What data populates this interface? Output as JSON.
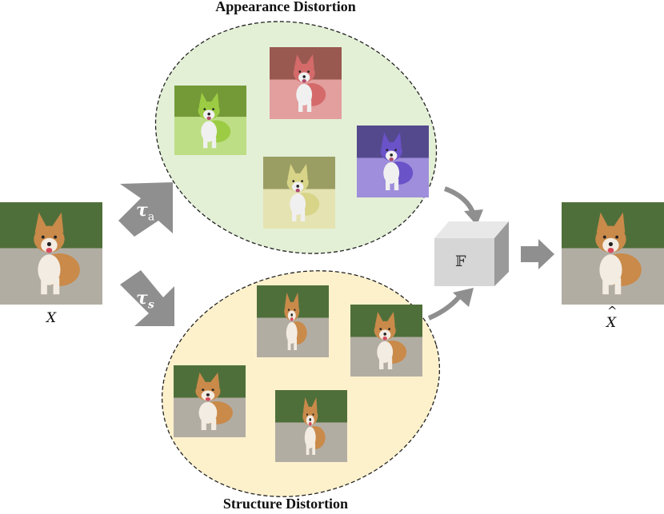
{
  "titles": {
    "appearance": "Appearance Distortion",
    "structure": "Structure Distortion"
  },
  "labels": {
    "input": "X",
    "output": "X",
    "output_accent": "^",
    "tau_symbol": "τ",
    "tau_a_sub": "a",
    "tau_s_sub": "s",
    "model": "𝔽"
  },
  "colors": {
    "appearance_fill": "#e3f0d6",
    "structure_fill": "#fdf1cc",
    "arrow": "#8f8f8f",
    "cube_front": "#d6d6d6",
    "cube_top": "#e8e8e8",
    "cube_side": "#9a9a9a"
  },
  "images": {
    "input": {
      "tint": "natural"
    },
    "output": {
      "tint": "natural"
    },
    "appearance": [
      {
        "name": "green",
        "tint": "#9ccc44"
      },
      {
        "name": "red",
        "tint": "#d46a6a"
      },
      {
        "name": "yellow",
        "tint": "#d8d488"
      },
      {
        "name": "purple",
        "tint": "#6a52c8"
      }
    ],
    "structure": [
      {
        "name": "stretched",
        "tint": "natural"
      },
      {
        "name": "squeezed",
        "tint": "natural"
      },
      {
        "name": "warped",
        "tint": "natural"
      },
      {
        "name": "twisted",
        "tint": "natural"
      }
    ]
  }
}
